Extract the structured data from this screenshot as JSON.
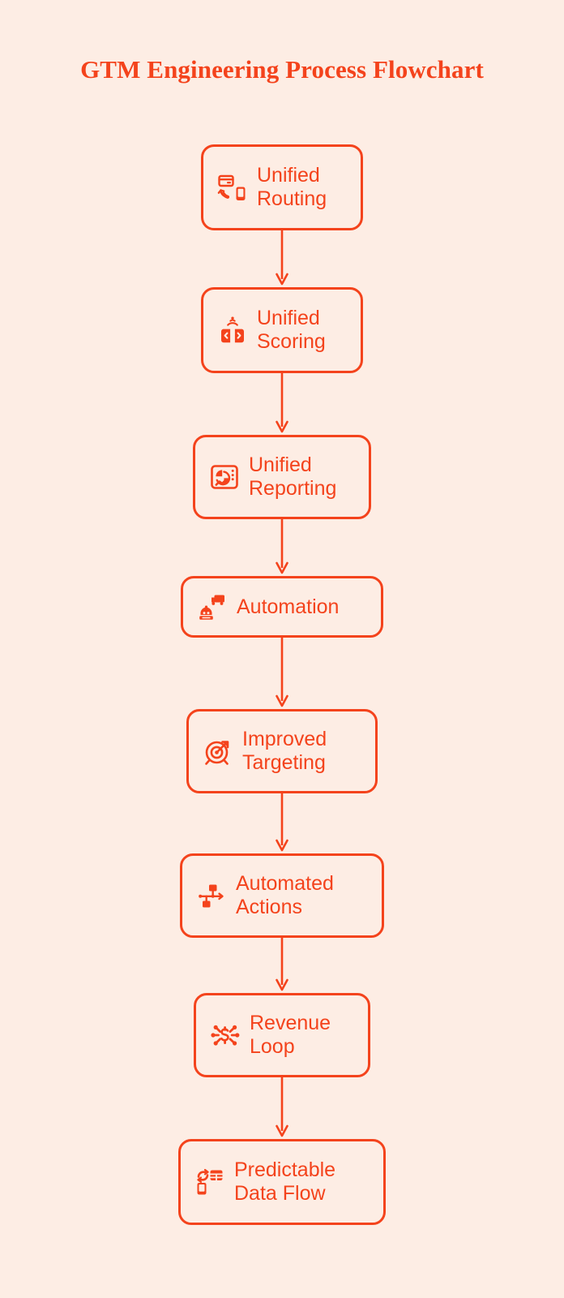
{
  "page": {
    "title": "GTM Engineering Process Flowchart",
    "background_color": "#FDEDE4",
    "accent_color": "#F4431C"
  },
  "flowchart": {
    "orientation": "vertical-top-to-bottom",
    "nodes": [
      {
        "id": "unified-routing",
        "label": "Unified\nRouting",
        "icon": "card-phone-call-icon"
      },
      {
        "id": "unified-scoring",
        "label": "Unified\nScoring",
        "icon": "signal-chevrons-icon"
      },
      {
        "id": "unified-reporting",
        "label": "Unified\nReporting",
        "icon": "report-chart-icon"
      },
      {
        "id": "automation",
        "label": "Automation",
        "icon": "robot-truck-icon"
      },
      {
        "id": "improved-targeting",
        "label": "Improved\nTargeting",
        "icon": "target-arrow-icon"
      },
      {
        "id": "automated-actions",
        "label": "Automated\nActions",
        "icon": "workflow-branch-icon"
      },
      {
        "id": "revenue-loop",
        "label": "Revenue\nLoop",
        "icon": "dollar-network-icon"
      },
      {
        "id": "predictable-flow",
        "label": "Predictable\nData Flow",
        "icon": "phone-table-sync-icon"
      }
    ],
    "connectors": [
      {
        "from": "unified-routing",
        "to": "unified-scoring",
        "arrow": "down-arrow-icon"
      },
      {
        "from": "unified-scoring",
        "to": "unified-reporting",
        "arrow": "down-arrow-icon"
      },
      {
        "from": "unified-reporting",
        "to": "automation",
        "arrow": "down-arrow-icon"
      },
      {
        "from": "automation",
        "to": "improved-targeting",
        "arrow": "down-arrow-icon"
      },
      {
        "from": "improved-targeting",
        "to": "automated-actions",
        "arrow": "down-arrow-icon"
      },
      {
        "from": "automated-actions",
        "to": "revenue-loop",
        "arrow": "down-arrow-icon"
      },
      {
        "from": "revenue-loop",
        "to": "predictable-flow",
        "arrow": "down-arrow-icon"
      }
    ]
  }
}
